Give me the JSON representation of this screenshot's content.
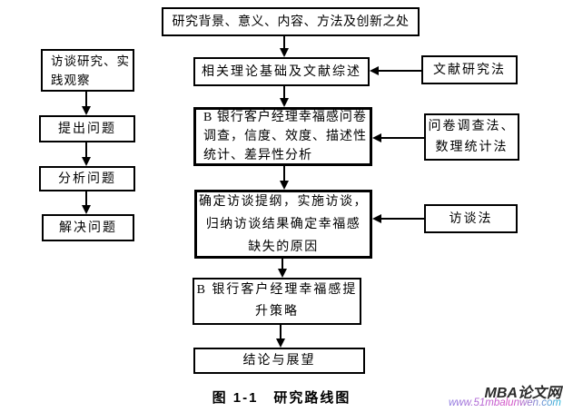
{
  "flowchart": {
    "top_box": {
      "label": "研究背景、意义、内容、方法及创新之处"
    },
    "left_column": [
      {
        "label": "访谈研究、实\n践观察"
      },
      {
        "label": "提出问题"
      },
      {
        "label": "分析问题"
      },
      {
        "label": "解决问题"
      }
    ],
    "center_column": [
      {
        "label": "相关理论基础及文献综述"
      },
      {
        "label": "B 银行客户经理幸福感问卷\n调查，信度、效度、描述性\n统计、差异性分析"
      },
      {
        "label": "确定访谈提纲，实施访谈，\n归纳访谈结果确定幸福感\n缺失的原因"
      },
      {
        "label": "B 银行客户经理幸福感提\n升策略"
      },
      {
        "label": "结论与展望"
      }
    ],
    "right_column": [
      {
        "label": "文献研究法"
      },
      {
        "label": "问卷调查法、\n数理统计法"
      },
      {
        "label": "访谈法"
      }
    ]
  },
  "caption": "图 1-1　研究路线图",
  "watermark": {
    "site_name": "MBA论文网",
    "site_url": "www.51mbalunwen.com"
  },
  "colors": {
    "background": "#ffffff",
    "box_border": "#000000",
    "text": "#000000",
    "watermark_name": "#2b2b2b",
    "url_gradient_start": "#8b7ae0",
    "url_gradient_mid": "#d94fc6",
    "url_gradient_end": "#28b7da"
  }
}
